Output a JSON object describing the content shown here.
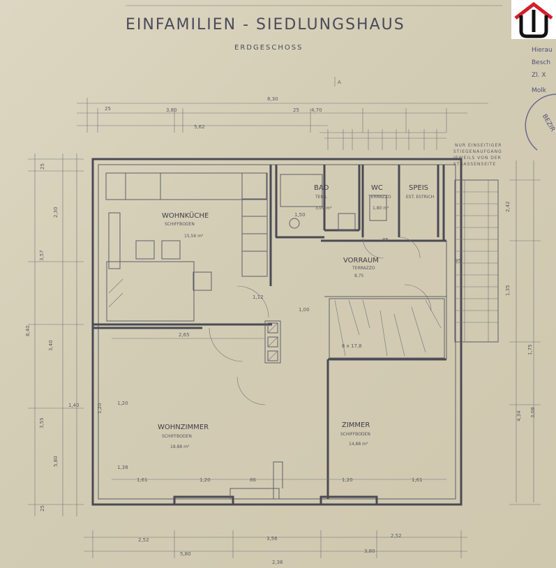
{
  "title": "EINFAMILIEN - SIEDLUNGSHAUS",
  "subtitle": "ERDGESCHOSS",
  "rooms": {
    "wohnkueche": {
      "name": "WOHNKÜCHE",
      "floor": "SCHIFFBODEN",
      "area": "15,56 m²"
    },
    "bad": {
      "name": "BAD",
      "floor": "TERR.",
      "area": "3,09 m²"
    },
    "wc": {
      "name": "WC",
      "floor": "TERRAZZO",
      "area": "1,80 m²"
    },
    "speis": {
      "name": "SPEIS",
      "floor": "EST. ESTRICH",
      "area": ""
    },
    "vorraum": {
      "name": "VORRAUM",
      "floor": "TERRAZZO",
      "area": "8,75"
    },
    "wohnzimmer": {
      "name": "WOHNZIMMER",
      "floor": "SCHIFFBODEN",
      "area": "18,88 m²"
    },
    "zimmer": {
      "name": "ZIMMER",
      "floor": "SCHIFFBODEN",
      "area": "14,88 m²"
    }
  },
  "note": [
    "NUR EINSEITIGER",
    "STIEGENAUFGANG",
    "JEWEILS VON DER",
    "STRASSENSEITE"
  ],
  "stair_label": "6 x 17,8",
  "door_mark": "A",
  "stamp_lines": [
    "Hierau",
    "Besch",
    "Zl. X",
    "Molk"
  ],
  "stamp_circle": "BEZIR",
  "dimensions": {
    "top_total": "8,30",
    "top_segments": [
      "25",
      "3,80",
      "25",
      "4,70"
    ],
    "top_overall": "5,62",
    "left": [
      "25",
      "2,30",
      "3,57",
      "8,40",
      "3,40",
      "1,40",
      "1,20",
      "3,55",
      "5,80",
      "25"
    ],
    "right": [
      "2,42",
      "1,35",
      "1,75",
      "4,34",
      "3,08"
    ],
    "bottom": [
      "2,52",
      "3,56",
      "2,52",
      "5,80",
      "3,80",
      "2,36"
    ],
    "window_widths": [
      "1,61",
      "1,20",
      "1,20",
      "1,61"
    ],
    "inner": [
      "2,65",
      "1,12",
      "1,00",
      "85",
      "95",
      "1,20",
      "1,38",
      "1,50",
      "86"
    ]
  },
  "colors": {
    "ink": "#4a4a55",
    "paper": "#d6cfb8",
    "stamp": "#4e4e78",
    "logo_red": "#d0202a"
  }
}
